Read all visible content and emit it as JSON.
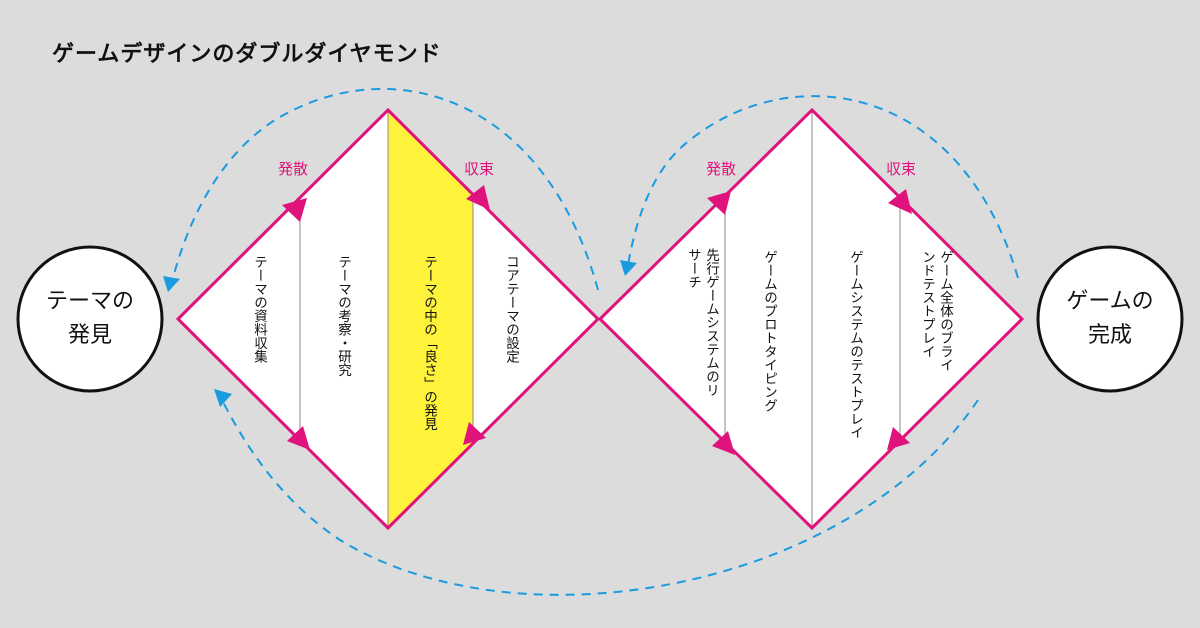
{
  "title": "ゲームデザインのダブルダイヤモンド",
  "colors": {
    "stroke": "#e0127c",
    "highlight": "#fff23a",
    "arrow": "#1a9be0",
    "divider": "#8a8a8a"
  },
  "start": {
    "line1": "テーマの",
    "line2": "発見"
  },
  "end": {
    "line1": "ゲームの",
    "line2": "完成"
  },
  "phases": {
    "d1_diverge": "発散",
    "d1_converge": "収束",
    "d2_diverge": "発散",
    "d2_converge": "収束"
  },
  "diamond1": {
    "steps": [
      {
        "text": "テーマの資料収集"
      },
      {
        "text": "テーマの考察・研究"
      },
      {
        "text": "テーマの中の「良さ」の発見"
      },
      {
        "text": "コアテーマの設定"
      }
    ]
  },
  "diamond2": {
    "steps": [
      {
        "text": "先行ゲームシステムのリサーチ"
      },
      {
        "text": "ゲームのプロトタイピング"
      },
      {
        "text": "ゲームシステムのテストプレイ"
      },
      {
        "text": "ゲーム全体のブラインドテストプレイ"
      }
    ]
  }
}
